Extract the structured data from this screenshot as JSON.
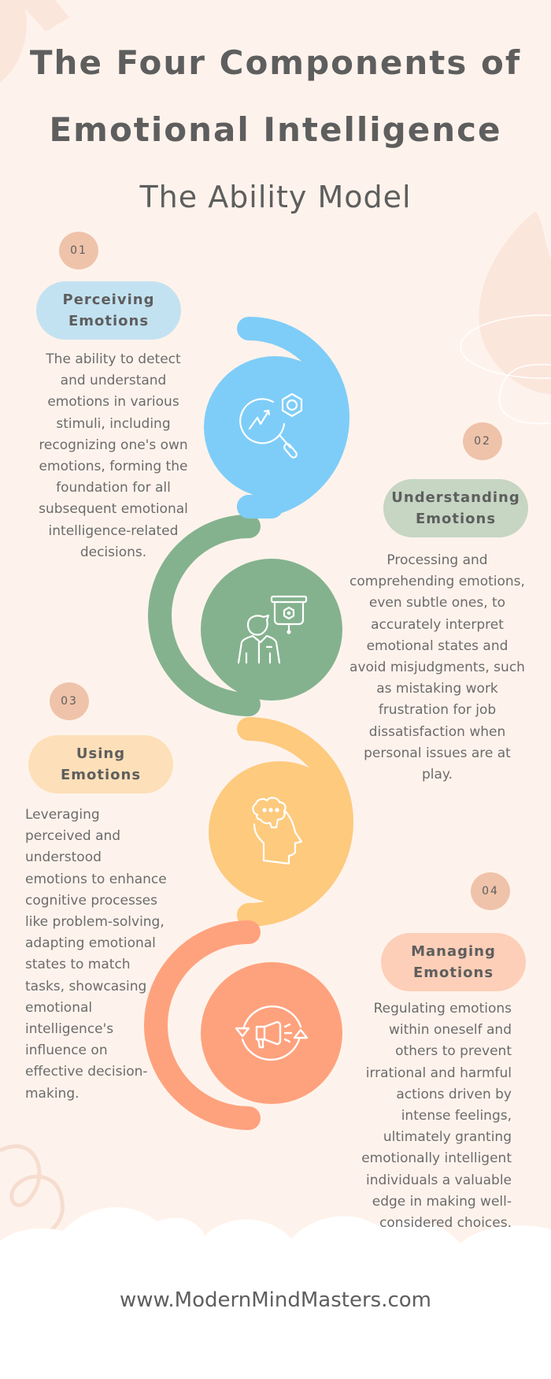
{
  "header": {
    "title_line1": "The Four Components of",
    "title_line2": "Emotional Intelligence",
    "subtitle": "The Ability Model"
  },
  "colors": {
    "background": "#fef3ec",
    "text": "#5e5e5e",
    "number_badge": "#efc3aa",
    "perceiving": "#7ecdf8",
    "understanding": "#84b28e",
    "using": "#fdca7e",
    "managing": "#fea27d",
    "pill_perceiving": "#c3e2f1",
    "pill_understanding": "#c6d6c3",
    "pill_using": "#fde0b9",
    "pill_managing": "#fdcfb8"
  },
  "components": [
    {
      "number": "01",
      "title_line1": "Perceiving",
      "title_line2": "Emotions",
      "icon": "magnifier-chart-icon",
      "description": "The ability to detect and understand emotions in various stimuli, including recognizing one's own emotions, forming the foundation for all subsequent emotional intelligence-related decisions."
    },
    {
      "number": "02",
      "title_line1": "Understanding",
      "title_line2": "Emotions",
      "icon": "presenter-board-icon",
      "description": "Processing and comprehending emotions, even subtle ones, to accurately interpret emotional states and avoid misjudgments, such as mistaking work frustration for job dissatisfaction when personal issues are at play."
    },
    {
      "number": "03",
      "title_line1": "Using",
      "title_line2": "Emotions",
      "icon": "head-thought-icon",
      "description": "Leveraging perceived and understood emotions to enhance cognitive processes like problem-solving, adapting emotional states to match tasks, showcasing emotional intelligence's influence on effective decision-making."
    },
    {
      "number": "04",
      "title_line1": "Managing",
      "title_line2": "Emotions",
      "icon": "megaphone-cycle-icon",
      "description": "Regulating emotions within oneself and others to prevent irrational and harmful actions driven by intense feelings, ultimately granting emotionally intelligent individuals a valuable edge in making well-considered choices."
    }
  ],
  "footer": {
    "website": "www.ModernMindMasters.com"
  }
}
